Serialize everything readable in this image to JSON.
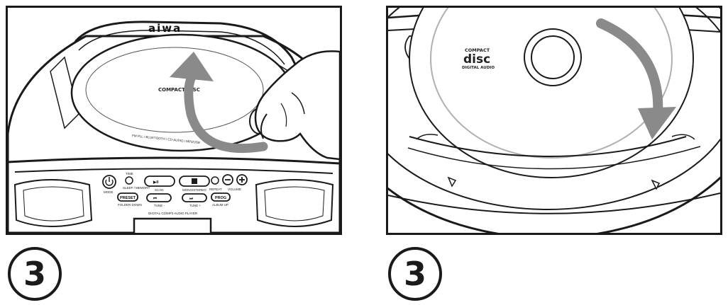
{
  "steps": [
    {
      "number": "3",
      "device": {
        "brand": "aiwa",
        "lid_caption": "FM PLL / BLUETOOTH / CD-AUDIO / MP3/USB",
        "disc_mark": "COMPACT DISC",
        "front_label": "DIGITAL CD/MP3 AUDIO PLAYER",
        "buttons": {
          "power": "MODE",
          "timer": "TIME",
          "sleep": "SLEEP / MEMORY",
          "play": "SCAN",
          "stop": "MONO/STEREO",
          "repeat": "REPEAT",
          "volume": "VOLUME",
          "preset": "PRESET",
          "preset_sub": "FOLDER DOWN",
          "prev": "TUNE -",
          "next": "TUNE +",
          "prog": "PROG",
          "prog_sub": "ALBUM UP"
        }
      }
    },
    {
      "number": "3",
      "disc": {
        "line1": "COMPACT",
        "line2": "disc",
        "line3": "DIGITAL AUDIO"
      }
    }
  ],
  "colors": {
    "ink": "#1a1a1a",
    "arrow": "#8a8a8a",
    "disc_ring": "#b0b0b0"
  },
  "icons": [
    "power-icon",
    "play-pause-icon",
    "stop-icon",
    "prev-track-icon",
    "next-track-icon",
    "minus-icon",
    "plus-icon",
    "curved-arrow-icon"
  ]
}
